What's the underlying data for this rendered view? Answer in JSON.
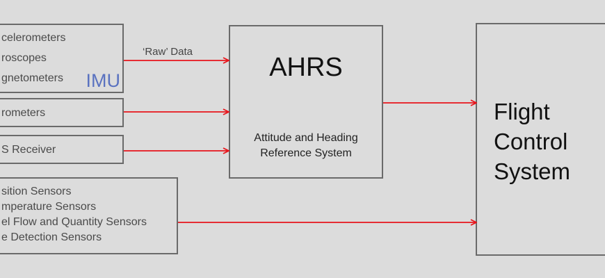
{
  "diagram": {
    "imu": {
      "items": [
        "Accelerometers",
        "Gyroscopes",
        "Magnetometers"
      ],
      "visible_items": [
        "celerometers",
        "roscopes",
        "gnetometers"
      ],
      "tag": "IMU"
    },
    "barometers": {
      "visible_label": "rometers",
      "label": "Barometers"
    },
    "gps": {
      "visible_label": "S Receiver",
      "label": "GPS Receiver"
    },
    "sensors": {
      "items": [
        "Position Sensors",
        "Temperature Sensors",
        "Fuel Flow and Quantity Sensors",
        "Ice Detection Sensors"
      ],
      "visible_items": [
        "sition Sensors",
        "mperature Sensors",
        "el Flow and Quantity Sensors",
        "e Detection Sensors"
      ]
    },
    "raw_data_label": "‘Raw’ Data",
    "ahrs": {
      "title": "AHRS",
      "subtitle_line1": "Attitude and Heading",
      "subtitle_line2": "Reference System"
    },
    "fcs": {
      "line1": "Flight",
      "line2": "Control",
      "line3": "System"
    },
    "colors": {
      "arrow": "#e8141b",
      "imu_tag": "#5a72c0",
      "box_border": "#6a6a6a",
      "background": "#dcdcdc"
    }
  }
}
